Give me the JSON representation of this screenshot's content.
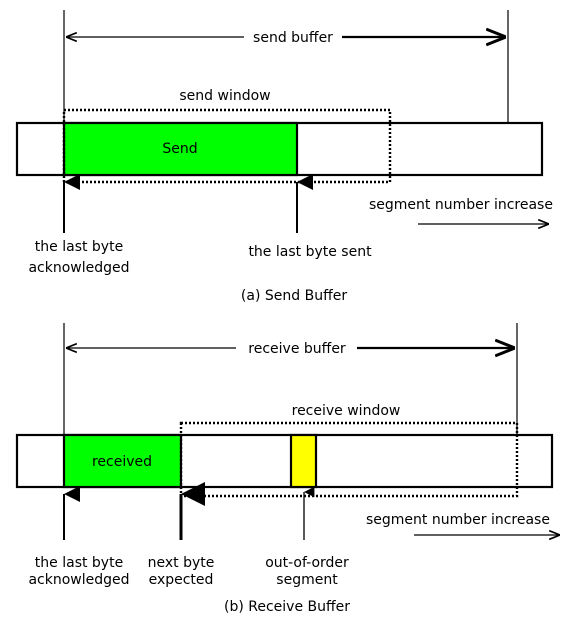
{
  "send": {
    "send_buffer_label": "send buffer",
    "send_window_label": "send window",
    "send_region_label": "Send",
    "segment_increase_label": "segment number increase",
    "last_byte_acked_line1": "the last byte",
    "last_byte_acked_line2": "acknowledged",
    "last_byte_sent_label": "the last byte sent",
    "caption": "(a) Send Buffer"
  },
  "receive": {
    "receive_buffer_label": "receive buffer",
    "receive_window_label": "receive window",
    "received_region_label": "received",
    "segment_increase_label": "segment number increase",
    "last_byte_acked_line1": "the last byte",
    "last_byte_acked_line2": "acknowledged",
    "next_byte_line1": "next byte",
    "next_byte_line2": "expected",
    "out_of_order_line1": "out-of-order",
    "out_of_order_line2": "segment",
    "caption": "(b) Receive Buffer"
  },
  "colors": {
    "sent_fill": "#00ff00",
    "received_fill": "#00ff00",
    "out_of_order_fill": "#ffff00",
    "outline": "#000000"
  }
}
